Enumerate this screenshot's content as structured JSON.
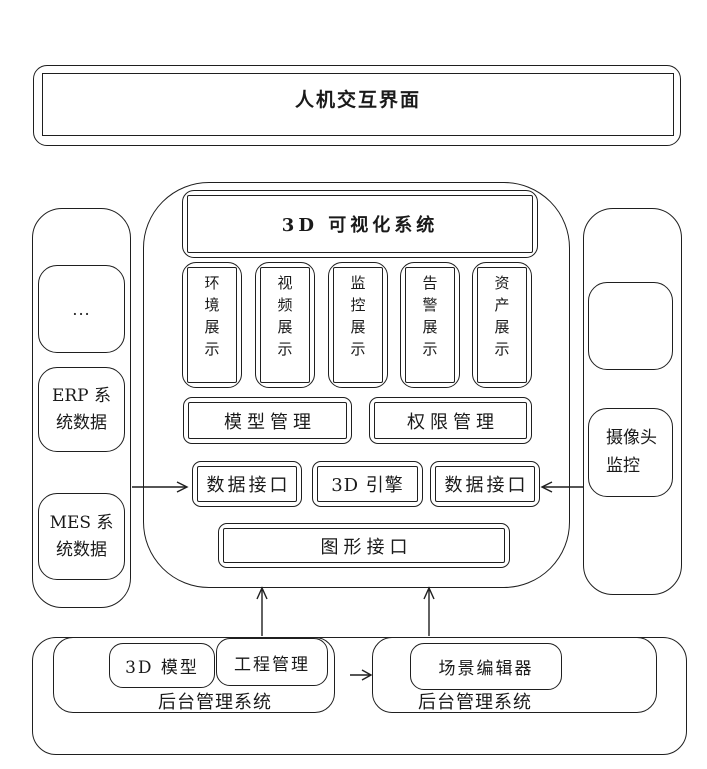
{
  "colors": {
    "line": "#1f1f1f",
    "background": "#ffffff"
  },
  "top_bar": {
    "label": "人机交互界面"
  },
  "left_panel": {
    "items": [
      {
        "label": "..."
      },
      {
        "lines": [
          "ERP 系",
          "统数据"
        ]
      },
      {
        "lines": [
          "MES 系",
          "统数据"
        ]
      }
    ]
  },
  "right_panel": {
    "camera": {
      "lines": [
        "摄像头",
        "监控"
      ]
    }
  },
  "center": {
    "title": "3D 可视化系统",
    "display_modules": [
      {
        "label": "环境展示"
      },
      {
        "label": "视频展示"
      },
      {
        "label": "监控展示"
      },
      {
        "label": "告警展示"
      },
      {
        "label": "资产展示"
      }
    ],
    "mgmt_modules": [
      {
        "label": "模型管理"
      },
      {
        "label": "权限管理"
      }
    ],
    "interface_row": [
      {
        "label": "数据接口"
      },
      {
        "label": "3D 引擎"
      },
      {
        "label": "数据接口"
      }
    ],
    "graphics_interface": {
      "label": "图形接口"
    }
  },
  "bottom": {
    "left_system": {
      "boxes": [
        {
          "label": "3D 模型"
        },
        {
          "label": "工程管理"
        }
      ],
      "caption": "后台管理系统"
    },
    "right_system": {
      "boxes": [
        {
          "label": "场景编辑器"
        }
      ],
      "caption": "后台管理系统"
    }
  }
}
